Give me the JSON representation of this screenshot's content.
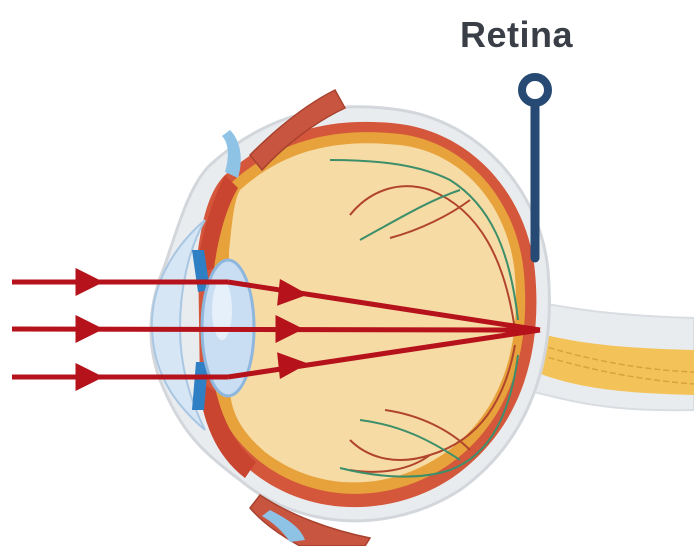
{
  "labels": {
    "retina": "Retina"
  },
  "colors": {
    "vitreous": "#f7dba4",
    "retina_layer": "#e7a23b",
    "choroid": "#d4573b",
    "sclera": "#e9ecef",
    "cornea": "#b7d3ec",
    "lens": "#c9def2",
    "iris": "#2f7fc4",
    "muscle": "#c8553f",
    "light_ray": "#b5121b",
    "pointer": "#264a73",
    "optic_nerve": "#f3c35a",
    "vessel_red": "#b0442c",
    "vessel_green": "#3c8f6a"
  },
  "icons": {
    "pointer": "retina-pointer-icon",
    "ray_arrow": "arrowhead-icon"
  },
  "rays": {
    "count": 3,
    "converge_on": "retina"
  }
}
